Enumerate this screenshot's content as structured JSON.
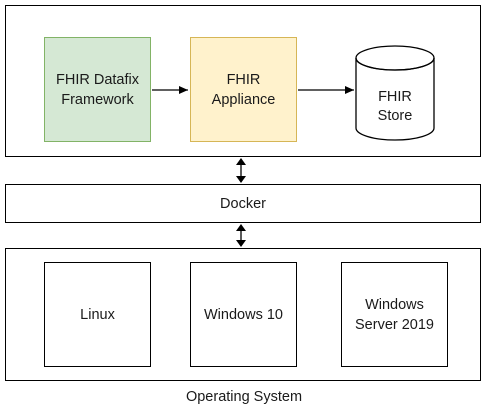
{
  "diagram": {
    "top_layer": {
      "fhir_datafix_framework": "FHIR Datafix\nFramework",
      "fhir_appliance": "FHIR\nAppliance",
      "fhir_store": "FHIR\nStore"
    },
    "middle_layer": {
      "docker": "Docker"
    },
    "bottom_layer": {
      "linux": "Linux",
      "windows_10": "Windows 10",
      "windows_server_2019": "Windows\nServer 2019",
      "caption": "Operating System"
    }
  },
  "colors": {
    "framework_fill": "#d5e8d4",
    "framework_stroke": "#82b366",
    "appliance_fill": "#fff2cc",
    "appliance_stroke": "#d6b656",
    "line": "#000000"
  }
}
